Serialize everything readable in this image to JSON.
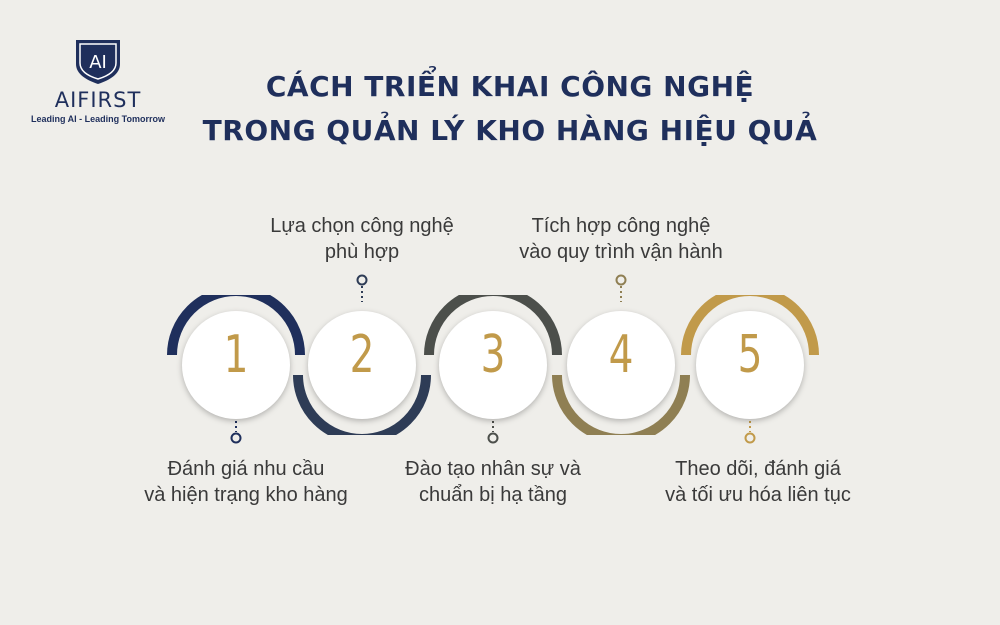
{
  "logo": {
    "mark": "AI",
    "brand": "AIFIRST",
    "slogan": "Leading AI - Leading Tomorrow"
  },
  "title": {
    "line1": "CÁCH TRIỂN KHAI CÔNG NGHỆ",
    "line2": "TRONG QUẢN LÝ KHO HÀNG HIỆU QUẢ"
  },
  "colors": {
    "navy": "#1f2f5c",
    "gold": "#c19a4a",
    "olive": "#8f7f53",
    "gray": "#4c4f4b",
    "slate": "#2e3c56",
    "background": "#efeeea"
  },
  "steps": [
    {
      "number": "1",
      "line1": "Đánh giá nhu cầu",
      "line2": "và hiện trạng kho hàng"
    },
    {
      "number": "2",
      "line1": "Lựa chọn công nghệ",
      "line2": "phù hợp"
    },
    {
      "number": "3",
      "line1": "Đào tạo nhân sự và",
      "line2": "chuẩn bị hạ tầng"
    },
    {
      "number": "4",
      "line1": "Tích hợp công nghệ",
      "line2": "vào quy trình vận hành"
    },
    {
      "number": "5",
      "line1": "Theo dõi, đánh giá",
      "line2": "và tối ưu hóa liên tục"
    }
  ]
}
